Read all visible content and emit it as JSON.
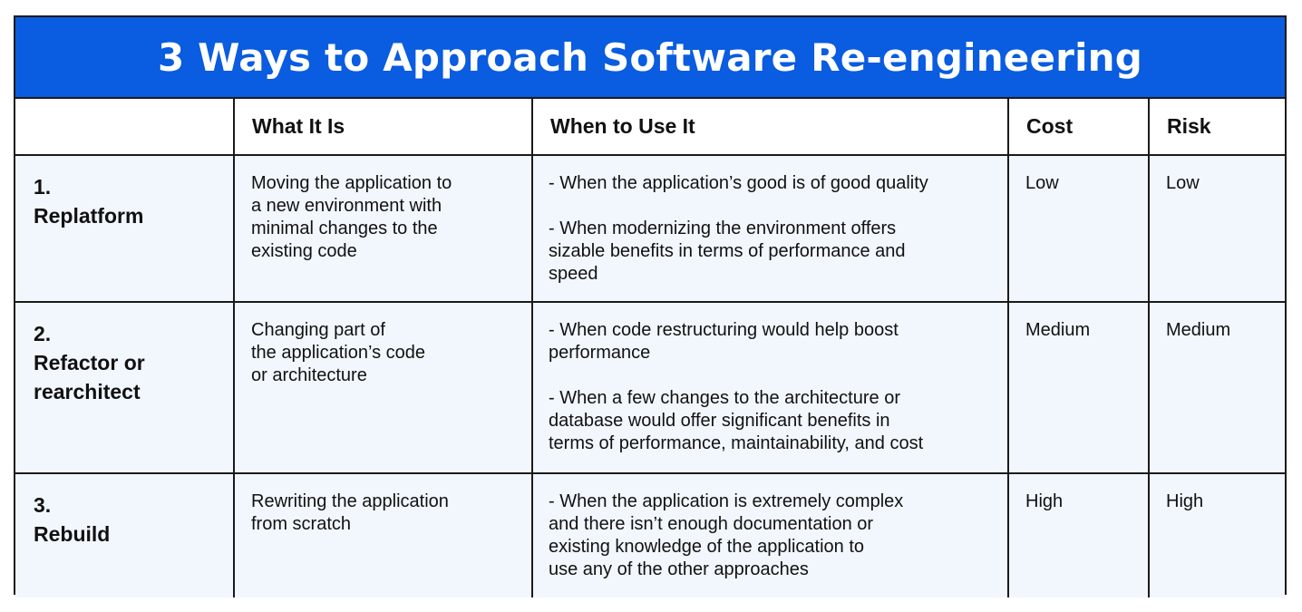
{
  "title": "3 Ways to Approach Software Re-engineering",
  "headers": [
    "",
    "What It Is",
    "When to Use It",
    "Cost",
    "Risk"
  ],
  "rows": [
    {
      "number": "1.",
      "name": "Replatform",
      "what": "Moving the application to\na new environment with\nminimal changes to the\nexisting code",
      "when": [
        "- When the application’s good is of good quality",
        "- When modernizing the environment offers\nsizable benefits in terms of performance and\nspeed"
      ],
      "cost": "Low",
      "risk": "Low"
    },
    {
      "number": "2.",
      "name": "Refactor or\nrearchitect",
      "what": "Changing part of\nthe application’s code\nor architecture",
      "when": [
        "- When code restructuring would help boost\nperformance",
        "- When a few changes to the architecture or\ndatabase would offer significant benefits in\nterms of performance, maintainability, and cost"
      ],
      "cost": "Medium",
      "risk": "Medium"
    },
    {
      "number": "3.",
      "name": "Rebuild",
      "what": "Rewriting the application\nfrom scratch",
      "when": [
        "- When the application is extremely complex\nand there isn’t enough documentation or\nexisting knowledge of the application to\nuse any of the other approaches"
      ],
      "cost": "High",
      "risk": "High"
    }
  ]
}
